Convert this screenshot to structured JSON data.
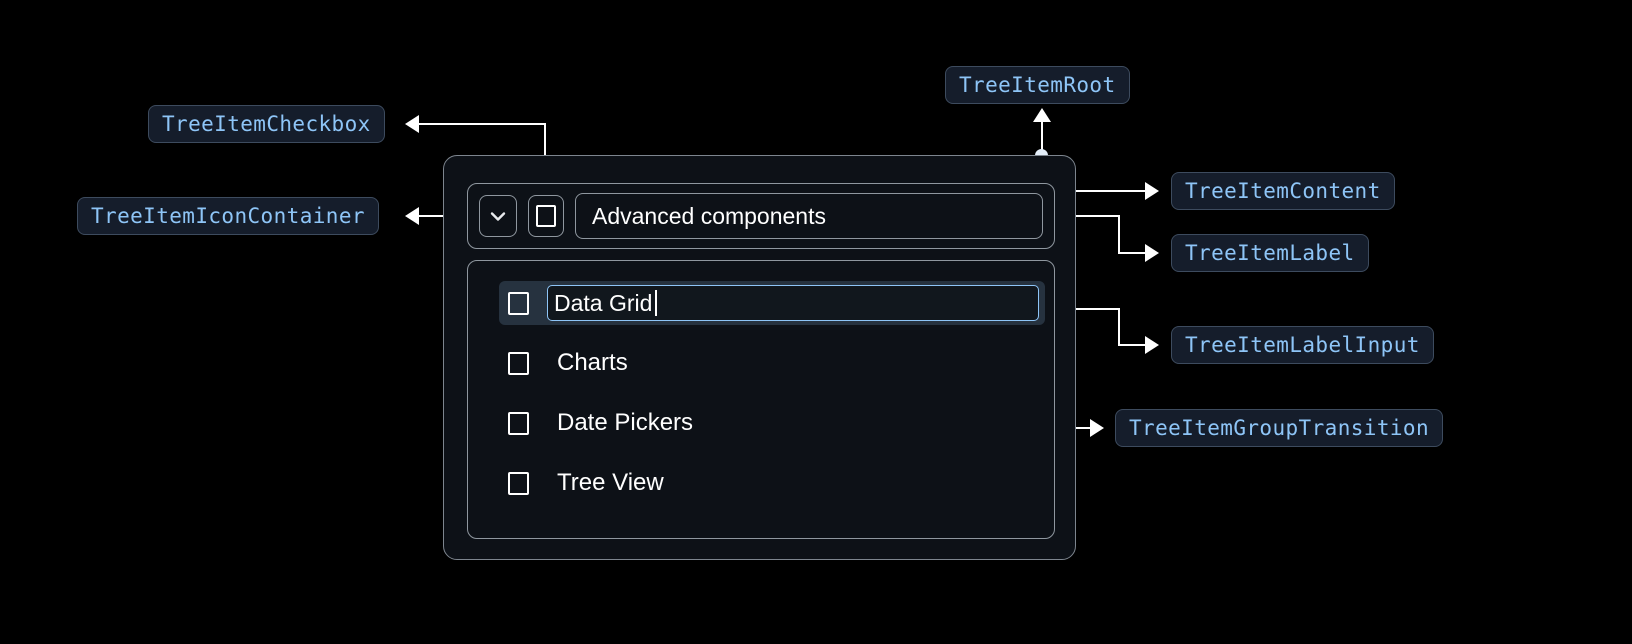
{
  "annotations": {
    "root": "TreeItemRoot",
    "checkbox": "TreeItemCheckbox",
    "icon_container": "TreeItemIconContainer",
    "content": "TreeItemContent",
    "label": "TreeItemLabel",
    "label_input": "TreeItemLabelInput",
    "group_transition": "TreeItemGroupTransition"
  },
  "tree": {
    "parent_label": "Advanced components",
    "expand_icon": "chevron-down-icon",
    "parent_checked": false,
    "children": [
      {
        "label": "Data Grid",
        "editing": true,
        "selected": true,
        "checked": false
      },
      {
        "label": "Charts",
        "editing": false,
        "selected": false,
        "checked": false
      },
      {
        "label": "Date Pickers",
        "editing": false,
        "selected": false,
        "checked": false
      },
      {
        "label": "Tree View",
        "editing": false,
        "selected": false,
        "checked": false
      }
    ]
  },
  "colors": {
    "background": "#000000",
    "badge_bg": "#151d2b",
    "badge_border": "#3d4b5e",
    "badge_text": "#8ec5f7",
    "panel_bg": "#0d1117",
    "panel_border": "#8f979f",
    "connector": "#ffffff",
    "selected_row": "#26323f",
    "input_border": "#8ec5f7"
  }
}
